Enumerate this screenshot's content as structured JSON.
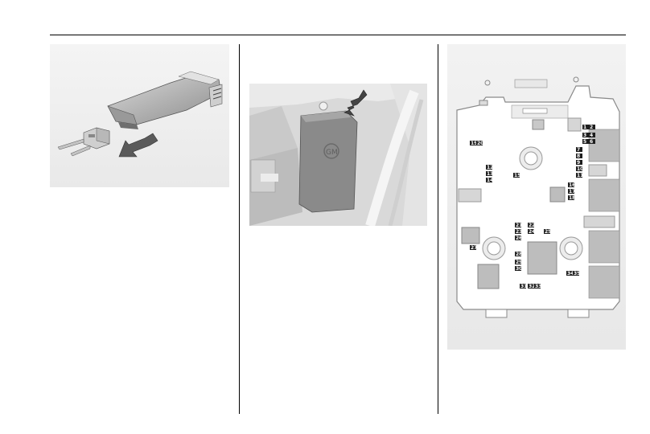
{
  "figure_engine": {
    "cover_mark": "GM",
    "arrow_icon": "arrow-icon"
  },
  "figure_fusebox": {
    "fuse_labels": [
      "1",
      "2",
      "3",
      "4",
      "5",
      "6",
      "7",
      "8",
      "9",
      "10",
      "11",
      "12",
      "13",
      "14",
      "15",
      "16",
      "17",
      "18",
      "19",
      "20",
      "21",
      "22",
      "23",
      "24",
      "25",
      "26",
      "27",
      "28",
      "29",
      "30",
      "31",
      "32",
      "33",
      "34",
      "35"
    ]
  },
  "figure_puller": {
    "arrow_icon": "arrow-icon"
  },
  "colors": {
    "rule": "#000000",
    "fuse_dark": "#1e1e1e",
    "relay_grey": "#bdbdbd"
  }
}
